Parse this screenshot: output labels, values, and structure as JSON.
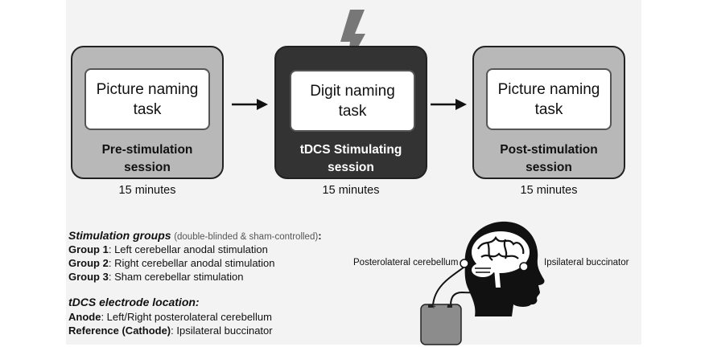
{
  "sessions": [
    {
      "task": "Picture naming task",
      "label": "Pre-stimulation session",
      "duration": "15 minutes"
    },
    {
      "task": "Digit naming task",
      "label": "tDCS Stimulating session",
      "duration": "15 minutes"
    },
    {
      "task": "Picture naming task",
      "label": "Post-stimulation session",
      "duration": "15 minutes"
    }
  ],
  "groups": {
    "heading": "Stimulation groups",
    "heading_note": "(double-blinded & sham-controlled)",
    "heading_colon": ":",
    "items": [
      {
        "name": "Group 1",
        "desc": ": Left cerebellar anodal stimulation"
      },
      {
        "name": "Group 2",
        "desc": ": Right cerebellar anodal stimulation"
      },
      {
        "name": "Group 3",
        "desc": ": Sham cerebellar stimulation"
      }
    ]
  },
  "electrodes": {
    "heading": "tDCS electrode location:",
    "items": [
      {
        "name": "Anode",
        "desc": ": Left/Right posterolateral cerebellum"
      },
      {
        "name": "Reference (Cathode)",
        "desc": ":  Ipsilateral buccinator"
      }
    ]
  },
  "illustration": {
    "left_label": "Posterolateral cerebellum",
    "right_label": "Ipsilateral buccinator",
    "plus": "+",
    "minus": "-"
  },
  "colors": {
    "light_box": "#b8b8b8",
    "dark_box": "#333333",
    "bolt": "#777777"
  }
}
